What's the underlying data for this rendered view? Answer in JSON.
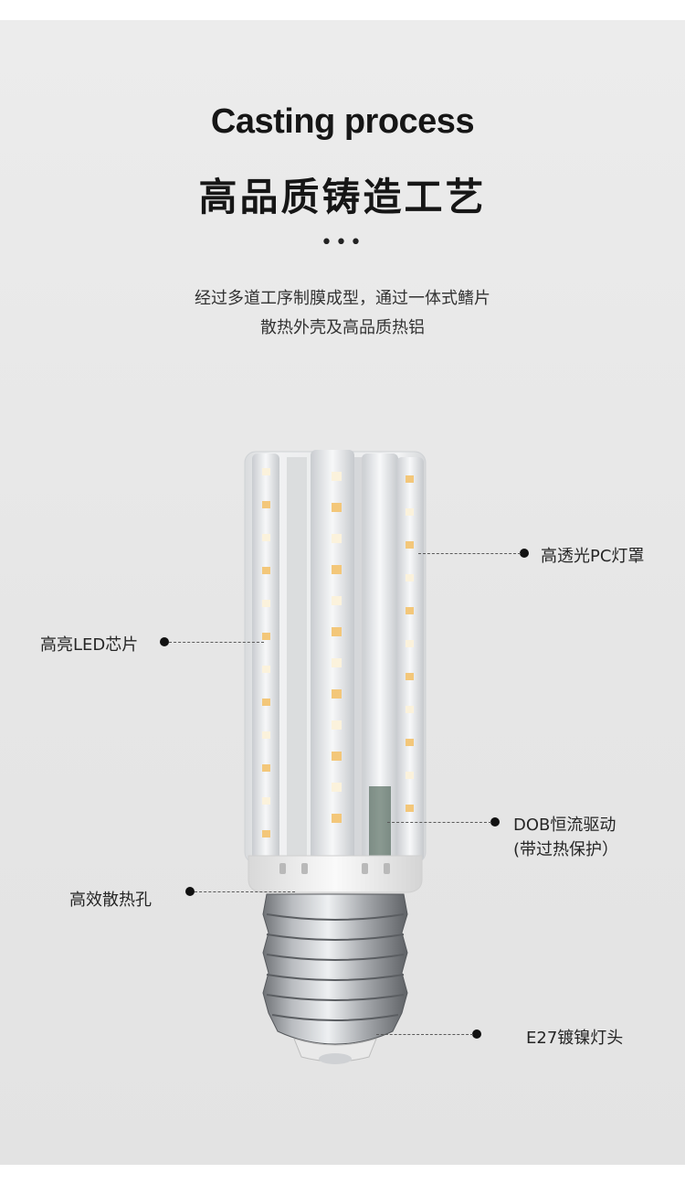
{
  "header": {
    "title_en": "Casting process",
    "title_zh": "高品质铸造工艺",
    "dots": "•••",
    "description_line1": "经过多道工序制膜成型，通过一体式鳍片",
    "description_line2": "散热外壳及高品质热铝"
  },
  "callouts": {
    "pc_cover": "高透光PC灯罩",
    "led_chip": "高亮LED芯片",
    "driver_line1": "DOB恒流驱动",
    "driver_line2": "(带过热保护）",
    "heat_holes": "高效散热孔",
    "base": "E27镀镍灯头"
  },
  "colors": {
    "background": "#e8e8e8",
    "text": "#161616",
    "led_warm": "#f3c77a",
    "led_cool": "#fbf2dc"
  }
}
